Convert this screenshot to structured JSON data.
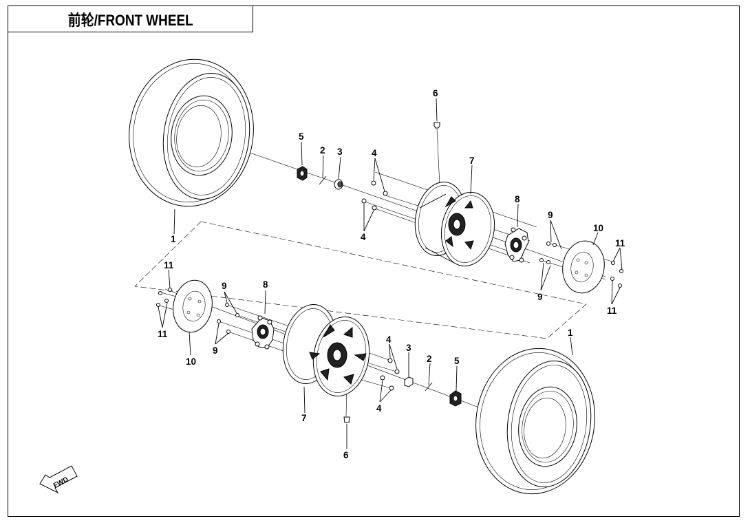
{
  "title": "前轮/FRONT WHEEL",
  "direction_arrow": "FWD",
  "callouts": {
    "tire": "1",
    "cotter_pin": "2",
    "nut": "3",
    "wheel_nut": "4",
    "castle_cap": "5",
    "valve": "6",
    "rim": "7",
    "hub": "8",
    "stud": "9",
    "brake_disc": "10",
    "bolt": "11"
  }
}
